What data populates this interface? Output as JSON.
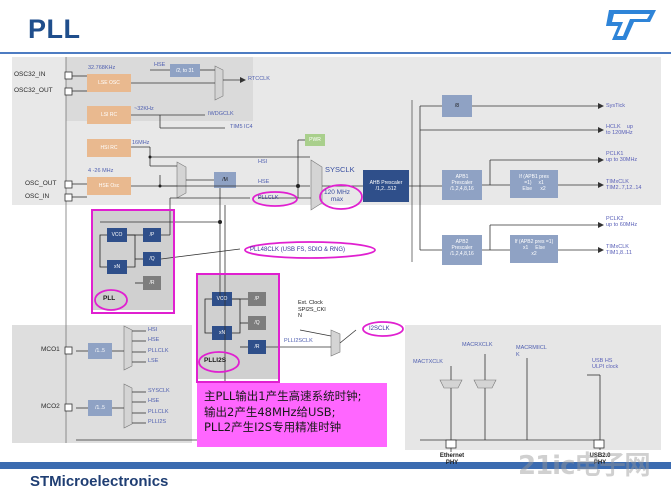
{
  "slide": {
    "title": "PLL",
    "logo_text": "ST",
    "footer": "STMicroelectronics",
    "watermark": "21ic电子网"
  },
  "pins": {
    "osc32_in": "OSC32_IN",
    "osc32_out": "OSC32_OUT",
    "osc_out": "OSC_OUT",
    "osc_in": "OSC_IN",
    "mco1": "MCO1",
    "mco2": "MCO2"
  },
  "freq": {
    "lse_freq": "32.768KHz",
    "lsi_freq": "~32KHz",
    "hsi_freq": "16MHz",
    "hse_freq": "4 -26 MHz"
  },
  "blocks": {
    "lse": "LSE OSC",
    "lsi": "LSI RC",
    "hsi": "HSI RC",
    "hse": "HSE Osc",
    "div2to31": "/2, to 31",
    "pll_m": "/M",
    "vco": "VCO",
    "p": "/P",
    "q": "/Q",
    "r": "/R",
    "n": "xN",
    "pll_label": "PLL",
    "plli2s_label": "PLLI2S",
    "ahb": "AHB Prescaler\n/1,2...512",
    "div8": "/8",
    "apb1": "APB1\nPrescaler\n/1,2,4,8,16",
    "apb2": "APB2\nPrescaler\n/1,2,4,8,16",
    "apb1_mul": "If (APB1 pres\n=1)     x1\nElse      x2",
    "apb2_mul": "If (APB2 pres =1)\nx1     Else\nx2",
    "mco1_div": "/1..5",
    "mco2_div": "/1..5",
    "pwr": "PWR"
  },
  "signals": {
    "hse_rtc": "HSE",
    "rtcclk": "RTCCLK",
    "iwdgclk": "IWDGCLK",
    "tim5ic4": "TIM5 IC4",
    "hsi": "HSI",
    "hse": "HSE",
    "pllclk": "PLLCLK",
    "sysclk": "SYSCLK",
    "sysclk_max": "120 MHz\nmax",
    "pll48": "PLL48CLK (USB FS, SDIO & RNG)",
    "ext_clk": "Ext. Clock\nSPI2S_CKI\nN",
    "i2sclk": "I2SCLK",
    "plli2sclk": "PLLI2SCLK",
    "mco1_hsi": "HSI",
    "mco1_hse": "HSE",
    "mco1_pllclk": "PLLCLK",
    "mco1_lse": "LSE",
    "mco2_sysclk": "SYSCLK",
    "mco2_hse": "HSE",
    "mco2_pllclk": "PLLCLK",
    "mco2_plli2s": "PLLI2S",
    "mactxclk": "MACTXCLK",
    "macrxclk": "MACRXCLK",
    "macrmiiclk": "MACRMIICL\nK"
  },
  "outputs": {
    "systick": "SysTick",
    "hclk": "HCLK    up\nto 120MHz",
    "pclk1": "PCLK1\nup to 30MHz",
    "timxclk": "TIMxCLK\nTIM2..7,12..14",
    "pclk2": "PCLK2\nup to 60MHz",
    "tim1clk": "TIMxCLK\nTIM1,8..11",
    "usbhs": "USB HS\nULPI clock"
  },
  "phy": {
    "ethernet": "Ethernet\nPHY",
    "usb": "USB2.0\nPHY"
  },
  "note": {
    "line1": "主PLL输出1产生高速系统时钟;",
    "line2": "输出2产生48MHz给USB;",
    "line3": "PLL2产生I2S专用精准时钟"
  }
}
